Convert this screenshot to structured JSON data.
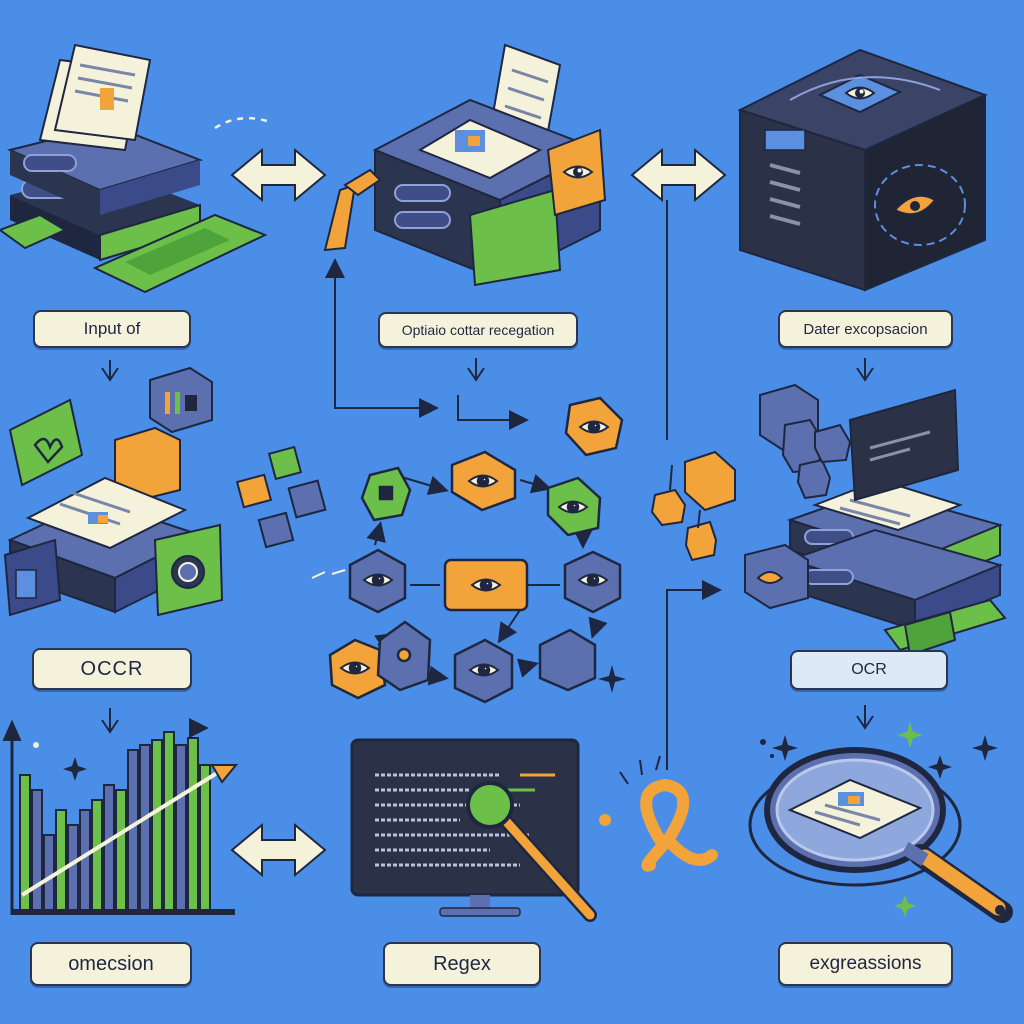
{
  "labels": {
    "input": "Input of",
    "optical": "Optiaio cottar recegation",
    "data": "Dater excopsacion",
    "ocr_left": "OCCR",
    "ocr_right": "OCR",
    "omecsion": "omecsion",
    "regex": "Regex",
    "expressions": "exgreassions"
  },
  "colors": {
    "background": "#4a8ee8",
    "navy": "#2b3550",
    "green": "#6cc04a",
    "orange": "#f2a33a",
    "paper": "#f5f2dc",
    "slate": "#5c6fae"
  },
  "icons": [
    "document-icon",
    "server-icon",
    "keyboard-icon",
    "eye-icon",
    "cube-icon",
    "chart-icon",
    "monitor-icon",
    "magnifier-icon",
    "sparkle-icon",
    "double-arrow-icon"
  ]
}
